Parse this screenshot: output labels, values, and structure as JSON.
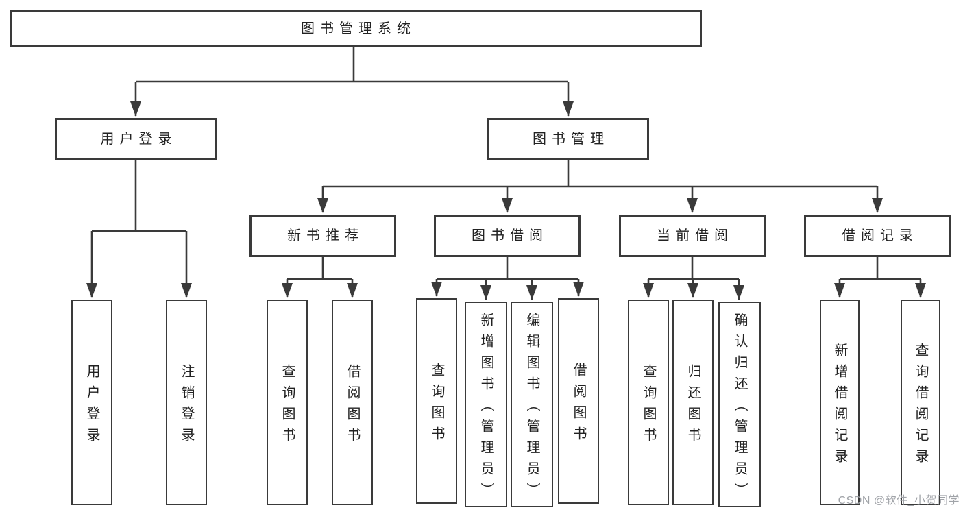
{
  "tree": {
    "label": "图书管理系统",
    "children": [
      {
        "label": "用户登录",
        "children": [
          {
            "label": "用户登录"
          },
          {
            "label": "注销登录"
          }
        ]
      },
      {
        "label": "图书管理",
        "children": [
          {
            "label": "新书推荐",
            "children": [
              {
                "label": "查询图书"
              },
              {
                "label": "借阅图书"
              }
            ]
          },
          {
            "label": "图书借阅",
            "children": [
              {
                "label": "查询图书"
              },
              {
                "label": "新增图书（管理员）"
              },
              {
                "label": "编辑图书（管理员）"
              },
              {
                "label": "借阅图书"
              }
            ]
          },
          {
            "label": "当前借阅",
            "children": [
              {
                "label": "查询图书"
              },
              {
                "label": "归还图书"
              },
              {
                "label": "确认归还（管理员）"
              }
            ]
          },
          {
            "label": "借阅记录",
            "children": [
              {
                "label": "新增借阅记录"
              },
              {
                "label": "查询借阅记录"
              }
            ]
          }
        ]
      }
    ]
  },
  "watermark": {
    "text": "CSDN @软件_小贺同学"
  },
  "colors": {
    "line": "#3a3a3a",
    "text": "#222222",
    "watermark": "#a0a3a8",
    "background": "#ffffff"
  }
}
